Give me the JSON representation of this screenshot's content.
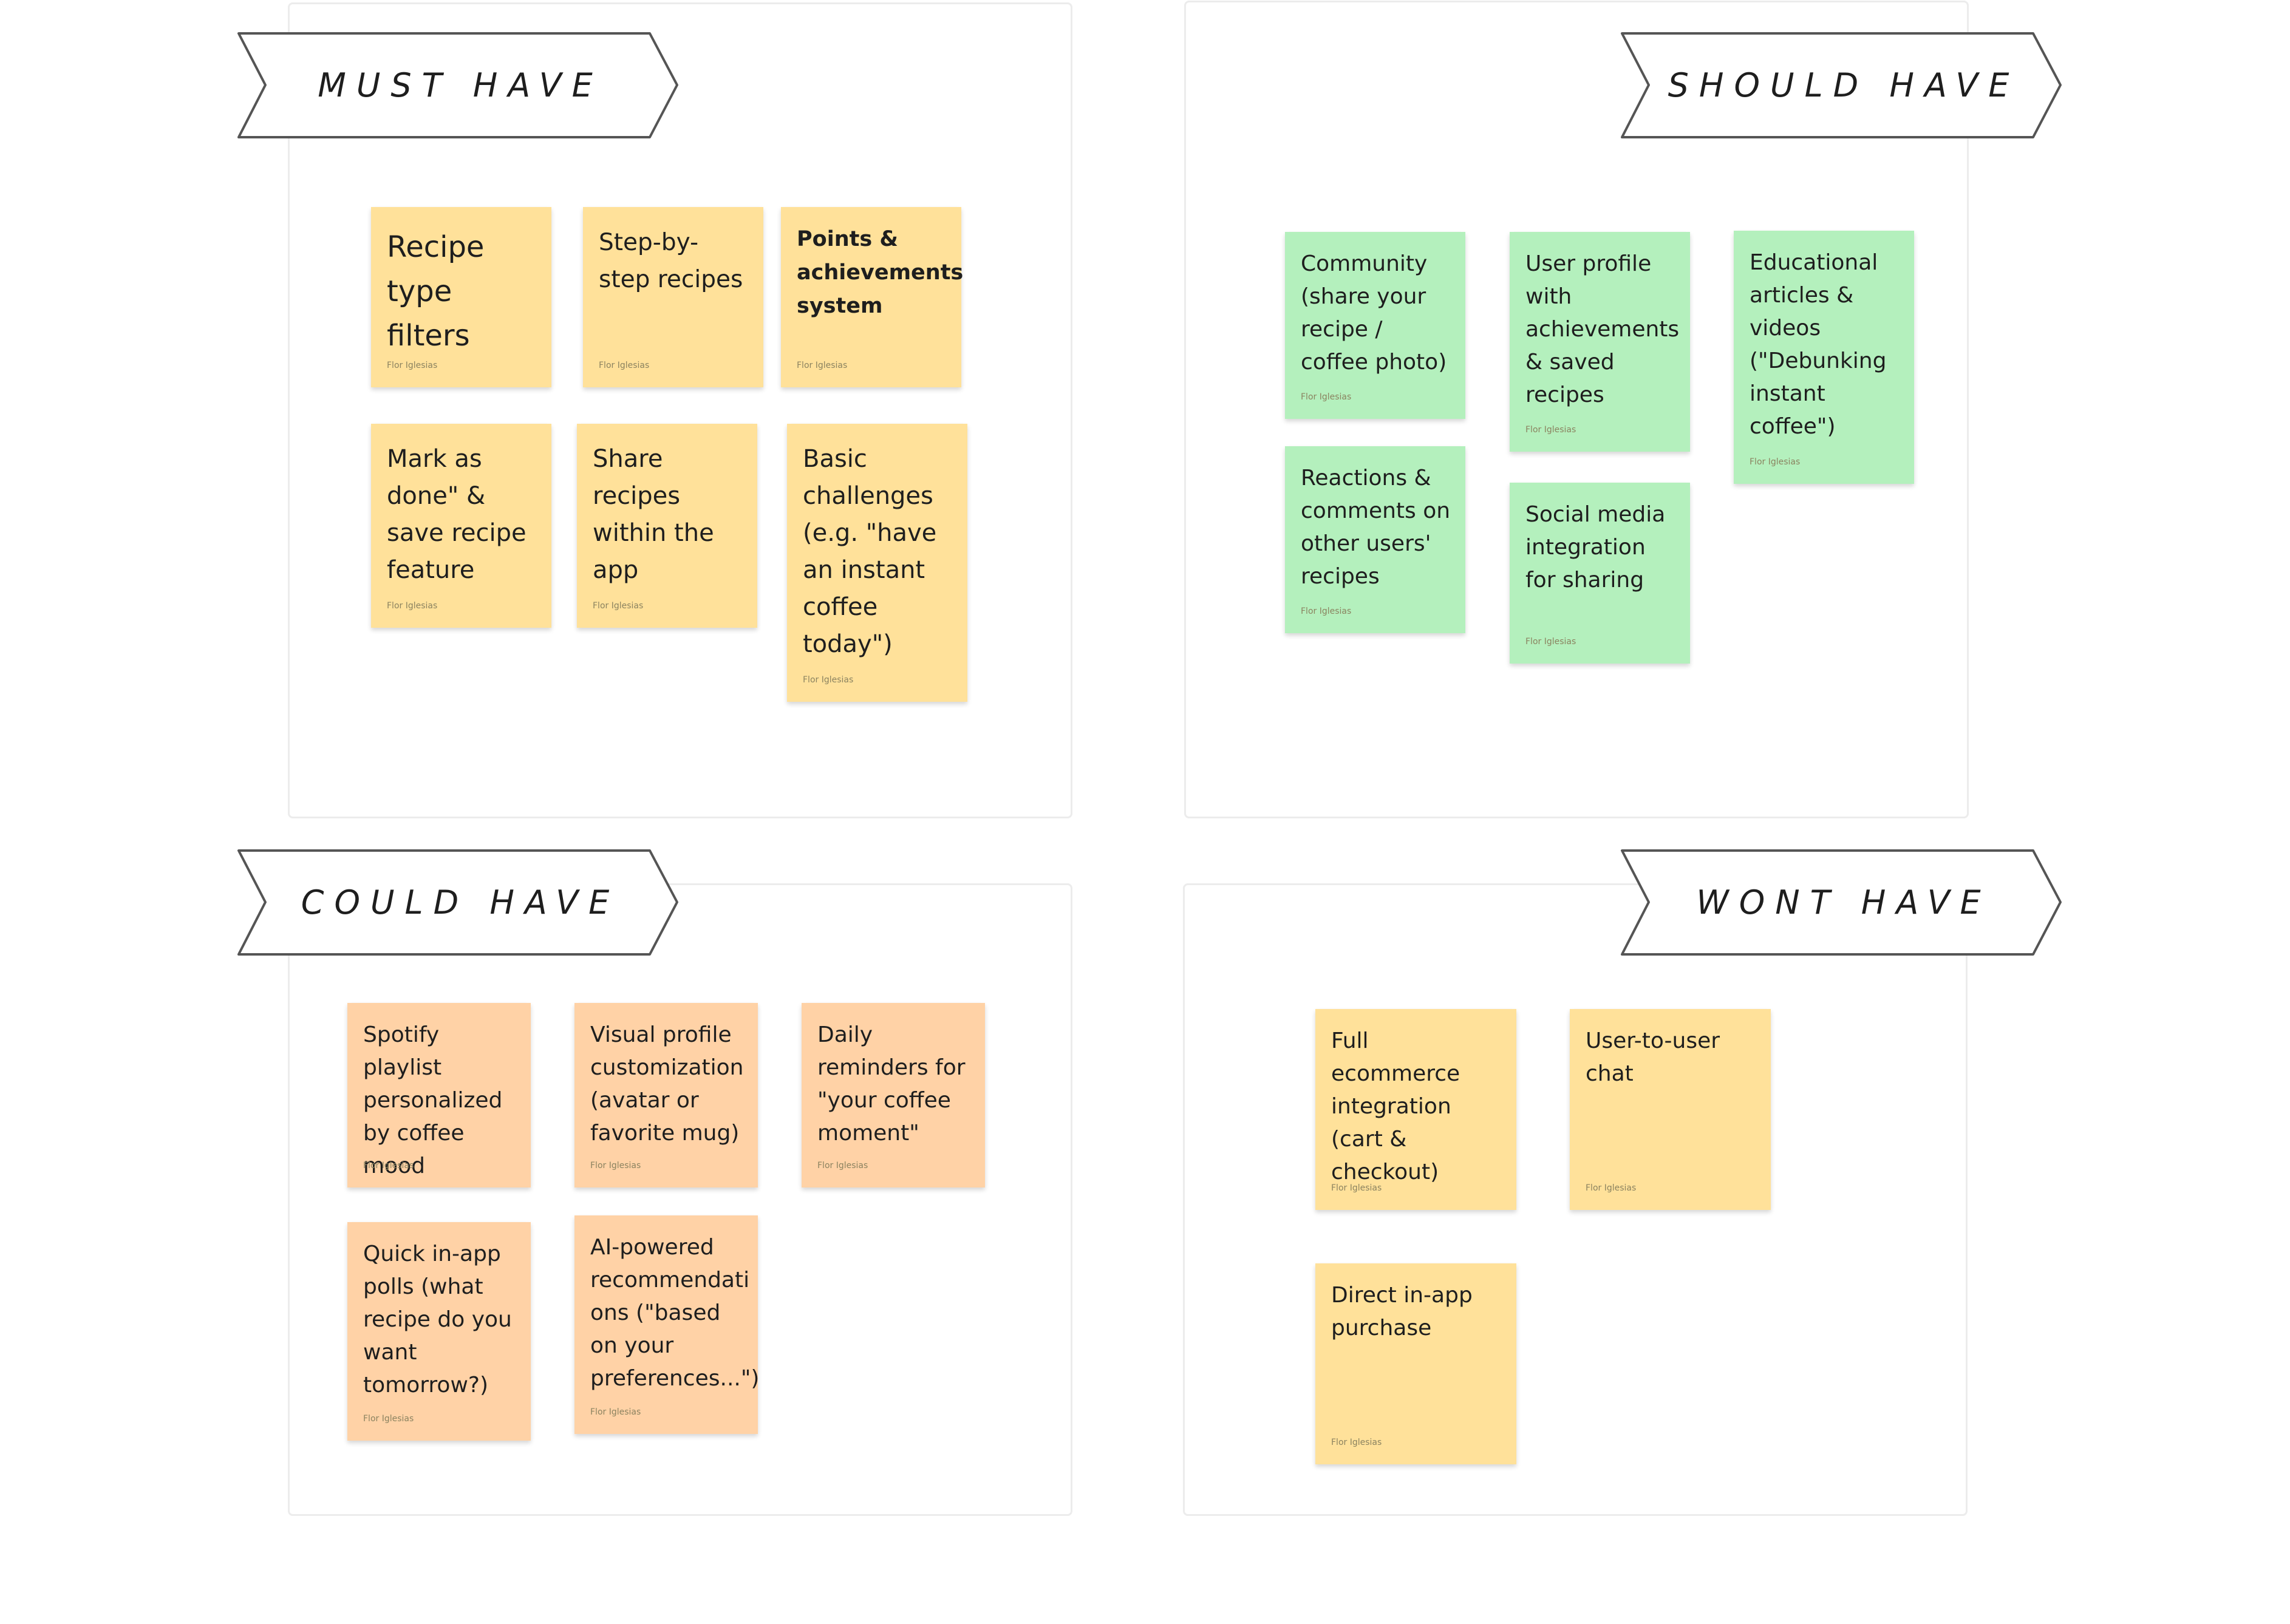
{
  "sections": {
    "must": {
      "title": "MUST HAVE",
      "notes": [
        {
          "text": "Recipe type filters",
          "author": "Flor Iglesias"
        },
        {
          "text": "Step-by-step recipes",
          "author": "Flor Iglesias"
        },
        {
          "text": "Points & achievements system",
          "author": "Flor Iglesias"
        },
        {
          "text": "Mark as done\" & save recipe feature",
          "author": "Flor Iglesias"
        },
        {
          "text": "Share recipes within the app",
          "author": "Flor Iglesias"
        },
        {
          "text": "Basic challenges (e.g. \"have an instant coffee today\")",
          "author": "Flor Iglesias"
        }
      ]
    },
    "should": {
      "title": "SHOULD HAVE",
      "notes": [
        {
          "text": "Community (share your recipe / coffee photo)",
          "author": "Flor Iglesias"
        },
        {
          "text": "User profile with achievements & saved recipes",
          "author": "Flor Iglesias"
        },
        {
          "text": "Educational articles & videos (\"Debunking instant coffee\")",
          "author": "Flor Iglesias"
        },
        {
          "text": "Reactions & comments on other users' recipes",
          "author": "Flor Iglesias"
        },
        {
          "text": "Social media integration for sharing",
          "author": "Flor Iglesias"
        }
      ]
    },
    "could": {
      "title": "COULD HAVE",
      "notes": [
        {
          "text": "Spotify playlist personalized by coffee mood",
          "author": "Flor Iglesias"
        },
        {
          "text": "Visual profile customization (avatar or favorite mug)",
          "author": "Flor Iglesias"
        },
        {
          "text": "Daily reminders for \"your coffee moment\"",
          "author": "Flor Iglesias"
        },
        {
          "text": "Quick in-app polls (what recipe do you want tomorrow?)",
          "author": "Flor Iglesias"
        },
        {
          "text": "AI-powered recommendati ons (\"based on your preferences...\")",
          "author": "Flor Iglesias"
        }
      ]
    },
    "wont": {
      "title": "WONT HAVE",
      "notes": [
        {
          "text": "Full ecommerce integration (cart & checkout)",
          "author": "Flor Iglesias"
        },
        {
          "text": "User-to-user chat",
          "author": "Flor Iglesias"
        },
        {
          "text": "Direct in-app purchase",
          "author": "Flor Iglesias"
        }
      ]
    }
  },
  "colors": {
    "yellow_note": "#ffe19a",
    "green_note": "#b4f0bd",
    "orange_note": "#ffd2a6",
    "banner_stroke": "#555555",
    "section_border": "#ececec"
  }
}
